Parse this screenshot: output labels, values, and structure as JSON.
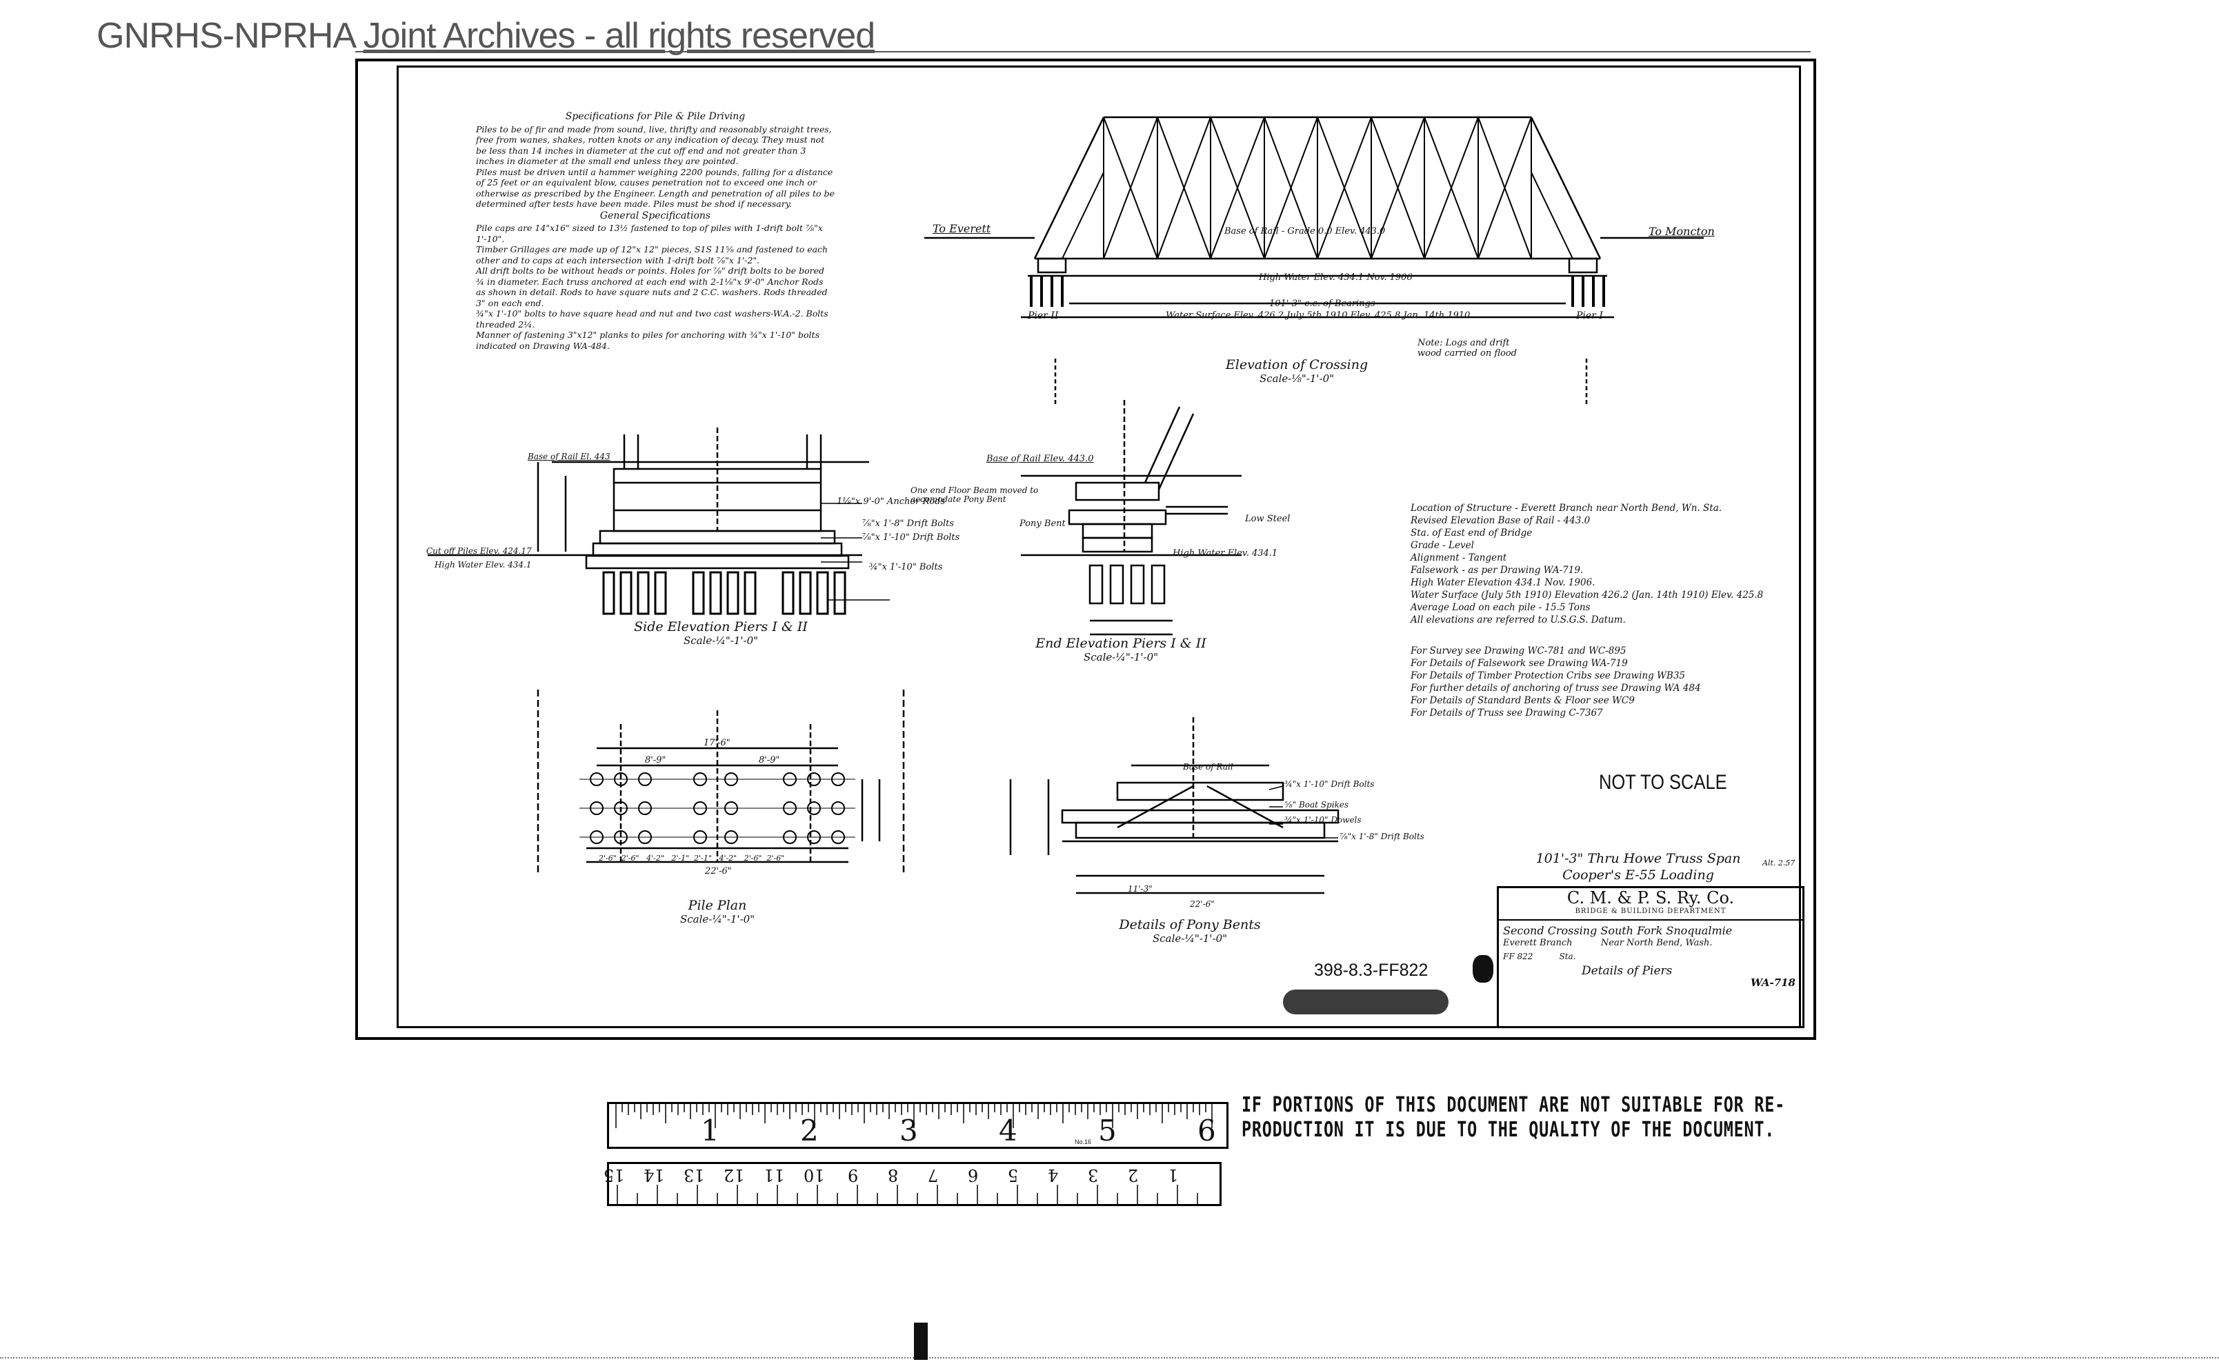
{
  "header": {
    "prefix": "GNRHS-NPRHA ",
    "title": "Joint Archives - all rights reserved"
  },
  "specs": {
    "heading": "Specifications for Pile & Pile Driving",
    "para1": "Piles to be of fir and made from sound, live, thrifty and reasonably straight trees, free from wanes, shakes, rotten knots or any indication of decay. They must not be less than 14 inches in diameter at the cut off end and not greater than 3 inches in diameter at the small end unless they are pointed.",
    "para2": "Piles must be driven until a hammer weighing 2200 pounds, falling for a distance of 25 feet or an equivalent blow, causes penetration not to exceed one inch or otherwise as prescribed by the Engineer. Length and penetration of all piles to be determined after tests have been made. Piles must be shod if necessary.",
    "heading2": "General Specifications",
    "para3": "Pile caps are 14\"x16\" sized to 13½ fastened to top of piles with 1-drift bolt ⅞\"x 1'-10\".",
    "para4": "Timber Grillages are made up of 12\"x 12\" pieces, S1S 11⅝ and fastened to each other and to caps at each intersection with 1-drift bolt ⅞\"x 1'-2\".",
    "para5": "All drift bolts to be without heads or points. Holes for ⅞\" drift bolts to be bored ¾ in diameter. Each truss anchored at each end with 2-1⅛\"x 9'-0\" Anchor Rods as shown in detail. Rods to have square nuts and 2 C.C. washers. Rods threaded 3\" on each end.",
    "para6": "¾\"x 1'-10\" bolts to have square head and nut and two cast washers-W.A.-2. Bolts threaded 2¼.",
    "para7": "Manner of fastening 3\"x12\" planks to piles for anchoring with ¾\"x 1'-10\" bolts indicated on Drawing WA-484."
  },
  "elevation": {
    "left_label": "To Everett",
    "right_label": "To Moncton",
    "base_of_rail": "Base of Rail - Grade 0.0 Elev. 443.0",
    "high_water": "High Water Elev. 434.1 Nov. 1906",
    "span": "101'-3\" c.c. of Bearings",
    "water_surface": "Water Surface Elev. 426.2 July 5th 1910    Elev. 425.8 Jan. 14th 1910",
    "pier2": "Pier II",
    "pier1": "Pier I",
    "note": "Note: Logs and drift wood carried on flood",
    "caption": "Elevation of Crossing",
    "scale": "Scale-⅛\"-1'-0\""
  },
  "side_elev": {
    "caption": "Side Elevation Piers I & II",
    "scale": "Scale-¼\"-1'-0\"",
    "base_label": "Base of Rail El. 443",
    "cutoff": "Cut off Piles Elev. 424.17",
    "highwater": "High Water Elev. 434.1",
    "anchor": "1⅛\"x 9'-0\" Anchor Rods",
    "drift1": "⅞\"x 1'-8\" Drift Bolts",
    "drift2": "⅞\"x 1'-10\" Drift Bolts",
    "bolts": "¾\"x 1'-10\" Bolts"
  },
  "end_elev": {
    "caption": "End Elevation Piers I & II",
    "scale": "Scale-¼\"-1'-0\"",
    "base_label": "Base of Rail Elev. 443.0",
    "floor_beam": "One end Floor Beam moved to accomodate Pony Bent",
    "low_steel": "Low Steel",
    "pony_bent": "Pony Bent",
    "high_water": "High Water Elev. 434.1"
  },
  "project_notes": [
    "Location of Structure - Everett Branch near North Bend, Wn. Sta.",
    "Revised Elevation Base of Rail - 443.0",
    "Sta.          of East end of Bridge",
    "Grade - Level",
    "Alignment - Tangent",
    "Falsework - as per Drawing WA-719.",
    "High Water Elevation 434.1 Nov. 1906.",
    "Water Surface (July 5th 1910) Elevation 426.2 (Jan. 14th 1910) Elev. 425.8",
    "Average Load on each pile - 15.5 Tons",
    "All elevations are referred to U.S.G.S. Datum."
  ],
  "refs": [
    "For Survey see Drawing WC-781 and WC-895",
    "For Details of Falsework see Drawing WA-719",
    "For Details of Timber Protection Cribs see Drawing WB35",
    "For further details of anchoring of truss see Drawing WA 484",
    "For Details of Standard Bents & Floor see WC9",
    "For Details of Truss see Drawing C-7367"
  ],
  "not_to_scale": "NOT TO SCALE",
  "pile_plan": {
    "caption": "Pile Plan",
    "scale": "Scale-¼\"-1'-0\"",
    "dim1": "17'-6\"",
    "dim_left": "8'-9\"",
    "dim_right": "8'-9\"",
    "dim_bottom": "22'-6\"",
    "spacing": "2'-6\"  2'-6\"   4'-2\"   2'-1\"  2'-1\"   4'-2\"   2'-6\"  2'-6\""
  },
  "pony_bents": {
    "caption": "Details of Pony Bents",
    "scale": "Scale-¼\"-1'-0\"",
    "base": "Base of Rail",
    "b1": "¾\"x 1'-10\" Drift Bolts",
    "b2": "⅝\" Boat Spikes",
    "b3": "¾\"x 1'-10\" Dowels",
    "b4": "⅞\"x 1'-8\" Drift Bolts",
    "dim1": "11'-3\"",
    "dim2": "22'-6\""
  },
  "span_title": {
    "line1": "101'-3\" Thru Howe Truss Span",
    "line2": "Cooper's E-55 Loading",
    "alt": "Alt. 2.57"
  },
  "title_block": {
    "company": "C. M. & P. S. Ry. Co.",
    "dept": "BRIDGE & BUILDING DEPARTMENT",
    "line1": "Second Crossing South Fork Snoqualmie",
    "line2": "Everett Branch          Near North Bend, Wash.",
    "line3": "FF 822          Sta.",
    "line4": "Details of Piers",
    "line5": "WA-718"
  },
  "stamp": "398-8.3-FF822",
  "notice": {
    "line1": "IF PORTIONS OF THIS DOCUMENT ARE NOT SUITABLE FOR RE-",
    "line2": "PRODUCTION IT IS DUE TO THE QUALITY OF THE DOCUMENT."
  },
  "ruler": {
    "top_labels": [
      "1",
      "2",
      "3",
      "4",
      "5",
      "6"
    ],
    "bottom_labels": [
      "1",
      "2",
      "3",
      "4",
      "5",
      "6",
      "7",
      "8",
      "9",
      "10",
      "11",
      "12",
      "13",
      "14",
      "15"
    ],
    "model": "No.16"
  }
}
